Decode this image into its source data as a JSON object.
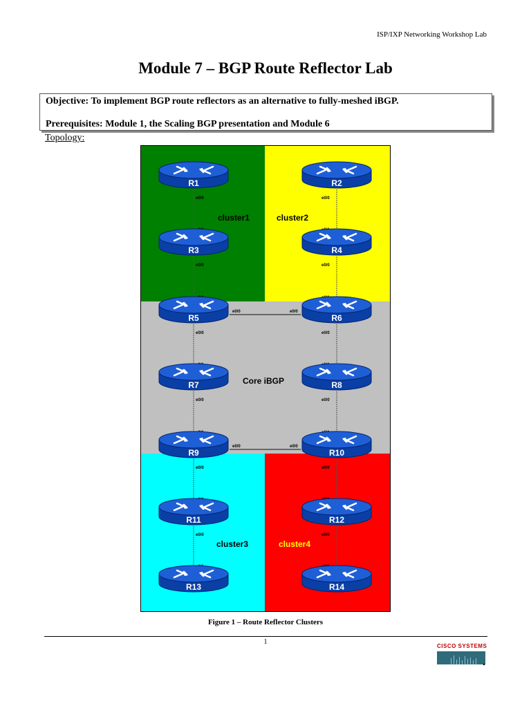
{
  "header": {
    "right_text": "ISP/IXP Networking Workshop Lab"
  },
  "title": "Module 7 – BGP Route Reflector Lab",
  "objective": {
    "line1": "Objective: To implement BGP route reflectors as an alternative to fully-meshed iBGP.",
    "line2": "Prerequisites: Module 1, the Scaling BGP presentation and Module 6"
  },
  "topology_label": "Topology:",
  "diagram": {
    "regions": [
      {
        "name": "cluster1",
        "label": "cluster1",
        "color": "#008000"
      },
      {
        "name": "cluster2",
        "label": "cluster2",
        "color": "#ffff00"
      },
      {
        "name": "core",
        "label": "Core iBGP",
        "color": "#c0c0c0"
      },
      {
        "name": "cluster3",
        "label": "cluster3",
        "color": "#00ffff"
      },
      {
        "name": "cluster4",
        "label": "cluster4",
        "color": "#ff0000"
      }
    ],
    "routers": [
      "R1",
      "R2",
      "R3",
      "R4",
      "R5",
      "R6",
      "R7",
      "R8",
      "R9",
      "R10",
      "R11",
      "R12",
      "R13",
      "R14"
    ],
    "interfaces": {
      "e00": "e0/0",
      "e01": "e0/1"
    },
    "router_color": "#1f5fd6"
  },
  "caption": "Figure 1 – Route Reflector Clusters",
  "page_number": "1",
  "logo": {
    "text": "Cisco Systems",
    "color": "#c00000"
  }
}
